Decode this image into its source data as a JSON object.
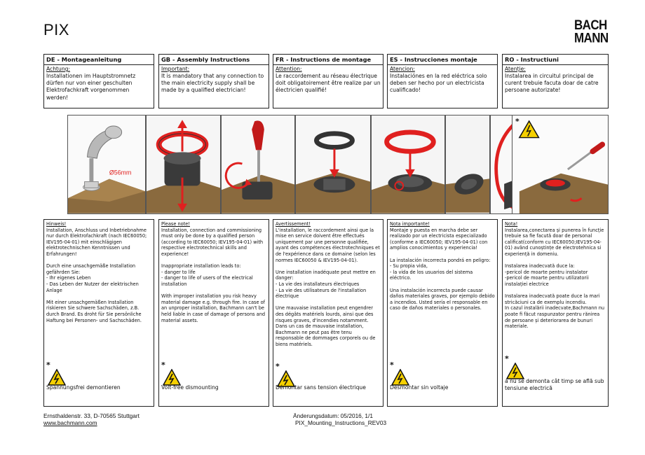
{
  "header": {
    "title": "PIX",
    "logo_line1": "BACH",
    "logo_line2": "MANN"
  },
  "languages": [
    {
      "title": "DE - Montageanleitung",
      "label": "Achtung:",
      "text": "Installationen im Hauptstromnetz dürfen nur von einer geschulten Elektrofachkraft vorgenommen werden!"
    },
    {
      "title": "GB - Assembly Instructions",
      "label": "Important:",
      "text": "It is mandatory that any connection to the main electricity supply shall be made by a qualified electrician!"
    },
    {
      "title": "FR - Instructions de montage",
      "label": "Attention:",
      "text": "Le raccordement au réseau électrique doit obligatoirement être realize par un électricien qualifié!"
    },
    {
      "title": "ES - Instrucciones montaje",
      "label": "Atencion:",
      "text": "Instalaciónes en la red eléctrica solo deben ser hecho por un electricista cualificado!"
    },
    {
      "title": "RO - Instructiuni",
      "label": "Atenție:",
      "text": "Instalarea in circuitul principal de curent trebuie facuta doar de catre persoane autorizate!"
    }
  ],
  "images": {
    "drill_label": "Ø56mm",
    "warning_star": "*"
  },
  "notes": [
    {
      "label": "Hinweis!",
      "text": "Installation, Anschluss und Inbetriebnahme nur durch Elektrofachkraft (nach IEC60050; IEV195-04-01) mit einschlägigen elektrotechnischen Kenntnissen und Erfahrungen!\n\nDurch eine unsachgemäße Installation gefährden Sie:\n- Ihr eigenes Leben\n- Das Leben der Nutzer der elektrischen Anlage\n\nMit einer unsachgemäßen Installation riskieren Sie schwere Sachschäden, z.B. durch Brand. Es droht für Sie persönliche Haftung bei Personen- und Sachschäden.",
      "star": "*",
      "caption": "Spannungsfrei demontieren"
    },
    {
      "label": "Please note!",
      "text": "Installation, connection and commissioning must only be done by a qualified person (according to IEC60050; IEV195-04-01) with respective electrotechnical skills and experience!\n\nInappropriate installation leads to:\n- danger to life\n- danger to life of users of the electrical installation\n\nWith improper installation you risk heavy material damage e.g. through fire. In case of an unproper installation, Bachmann can't be held liable in case of damage of persons and material assets.",
      "star": "*",
      "caption": "Volt-free  dismounting"
    },
    {
      "label": "Avertissement!",
      "text": "L'installation, le raccordement ainsi que la mise en service doivent être effectués uniquement  par une personne qualifiée, ayant des compétences électrotechniques et de l'expérience dans ce domaine (selon les normes IEC60050 & IEV195-04-01).\n\nUne installation inadéquate peut mettre en danger:\n- La vie des installateurs électriques\n- La vie des utilisateurs de l'installation électrique\n\nUne mauvaise installation peut engendrer des dégâts matériels lourds, ainsi que des risques graves, d'incendies notamment. Dans un cas de mauvaise installation, Bachmann ne peut pas être tenu responsable de dommages corporels ou de biens matériels.",
      "star": "*",
      "caption": "Démontar sans tension électrique"
    },
    {
      "label": "Nota importante!",
      "text": "Montaje y puesta en marcha debe ser realizado por un electricista especializado (conforme a IEC60050; IEV195-04-01) con amplios conocimientos y experiencia!\n\nLa instalación incorrecta pondrá en peligro:\n-  Su propia vida,\n-  la vida de los usuarios del sistema eléctrico.\n\nUna instalación incorrecta puede causar  daños materiales graves, por ejemplo debido a incendios. Usted sería el  responsable  en caso de daños materiales o personales.",
      "star": "*",
      "caption": "Desmontar sin voltaje"
    },
    {
      "label": "Nota!",
      "text": "Instalarea,conectarea și punerea în funcție trebuie sa fie facută doar de personal calificat(conform cu IEC60050;IEV195-04-01) având  cunoștințe de electrotehnica si experiență in domeniu.\n\nInstalarea inadecvată duce la:\n-pericol de moarte pentru instalator\n-pericol de moarte pentru utilizatorii instalației electrice\n\nInstalarea inadecvată poate duce la  mari stricăciuni ca de exemplu incendiu.\nIn cazul instalării inadecvate,Bachmann nu poate fi făcut raspunzator pentru rănirea de persoane și deteriorarea de bunuri materiale.",
      "star": "*",
      "caption": "a nu se demonta cât timp se află sub tensiune electrică"
    }
  ],
  "footer": {
    "address": "Ernsthaldenstr. 33, D-70565 Stuttgart",
    "website": "www.bachmann.com",
    "date": "Änderungsdatum: 05/2016, 1/1",
    "docname": "PIX_Mounting_Instructions_REV03"
  },
  "colors": {
    "accent_red": "#e0201f",
    "warning_yellow": "#f5d000",
    "wood": "#8a6a3e",
    "dark_plastic": "#3a3a3a"
  }
}
